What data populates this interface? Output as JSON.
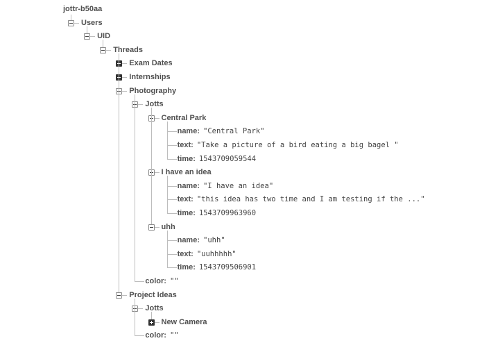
{
  "tree": [
    {
      "key": "jottr-b50aa",
      "depth": 0,
      "toggle": "none"
    },
    {
      "key": "Users",
      "depth": 1,
      "toggle": "minus"
    },
    {
      "key": "UID",
      "depth": 2,
      "toggle": "minus"
    },
    {
      "key": "Threads",
      "depth": 3,
      "toggle": "minus"
    },
    {
      "key": "Exam Dates",
      "depth": 4,
      "toggle": "plus"
    },
    {
      "key": "Internships",
      "depth": 4,
      "toggle": "plus"
    },
    {
      "key": "Photography",
      "depth": 4,
      "toggle": "minus"
    },
    {
      "key": "Jotts",
      "depth": 5,
      "toggle": "minus"
    },
    {
      "key": "Central Park",
      "depth": 6,
      "toggle": "minus"
    },
    {
      "key": "name:",
      "value": "\"Central Park\"",
      "depth": 7,
      "toggle": "none"
    },
    {
      "key": "text:",
      "value": "\"Take a picture of a bird eating a big bagel \"",
      "depth": 7,
      "toggle": "none"
    },
    {
      "key": "time:",
      "value": "1543709059544",
      "depth": 7,
      "toggle": "none"
    },
    {
      "key": "I have an idea",
      "depth": 6,
      "toggle": "minus"
    },
    {
      "key": "name:",
      "value": "\"I have an idea\"",
      "depth": 7,
      "toggle": "none"
    },
    {
      "key": "text:",
      "value": "\"this idea has two time and I am testing if the ...\"",
      "depth": 7,
      "toggle": "none"
    },
    {
      "key": "time:",
      "value": "1543709963960",
      "depth": 7,
      "toggle": "none"
    },
    {
      "key": "uhh",
      "depth": 6,
      "toggle": "minus"
    },
    {
      "key": "name:",
      "value": "\"uhh\"",
      "depth": 7,
      "toggle": "none"
    },
    {
      "key": "text:",
      "value": "\"uuhhhhh\"",
      "depth": 7,
      "toggle": "none"
    },
    {
      "key": "time:",
      "value": "1543709506901",
      "depth": 7,
      "toggle": "none"
    },
    {
      "key": "color:",
      "value": "\"\"",
      "depth": 5,
      "toggle": "none"
    },
    {
      "key": "Project Ideas",
      "depth": 4,
      "toggle": "minus"
    },
    {
      "key": "Jotts",
      "depth": 5,
      "toggle": "minus"
    },
    {
      "key": "New Camera",
      "depth": 6,
      "toggle": "plus"
    },
    {
      "key": "color:",
      "value": "\"\"",
      "depth": 5,
      "toggle": "none"
    }
  ]
}
